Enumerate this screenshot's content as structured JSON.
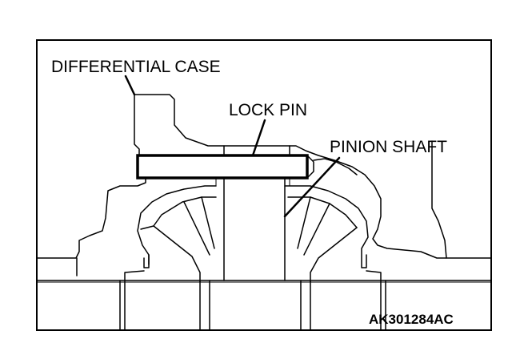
{
  "labels": {
    "differential_case": "DIFFERENTIAL CASE",
    "lock_pin": "LOCK PIN",
    "pinion_shaft": "PINION SHAFT"
  },
  "figure_code": "AK301284AC"
}
